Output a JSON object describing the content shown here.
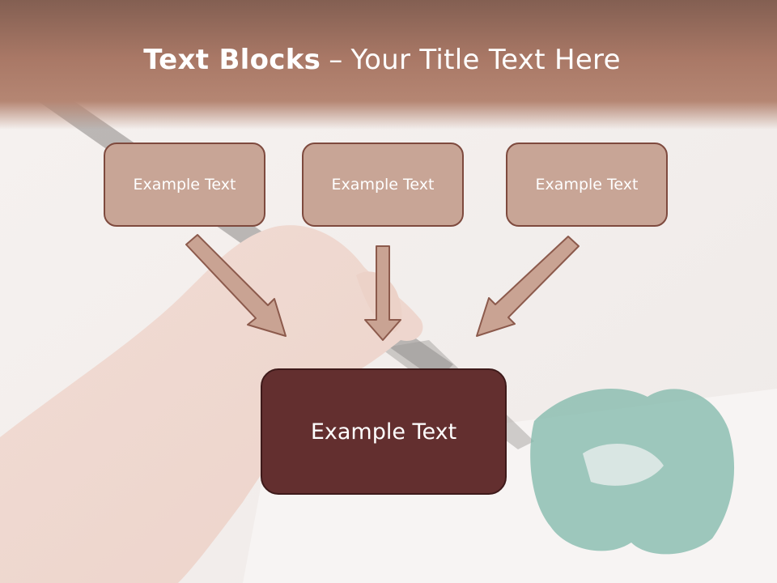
{
  "title": {
    "bold": "Text Blocks",
    "dash": "–",
    "rest": "Your Title Text Here"
  },
  "blocks": [
    {
      "label": "Example Text"
    },
    {
      "label": "Example Text"
    },
    {
      "label": "Example Text"
    }
  ],
  "result": {
    "label": "Example Text"
  },
  "colors": {
    "header": "#a97866",
    "small_box_fill": "#c8a596",
    "small_box_border": "#7e4a3e",
    "big_box_fill": "#632f2f",
    "arrow_fill": "#c9a393",
    "arrow_stroke": "#8c5a4c"
  }
}
